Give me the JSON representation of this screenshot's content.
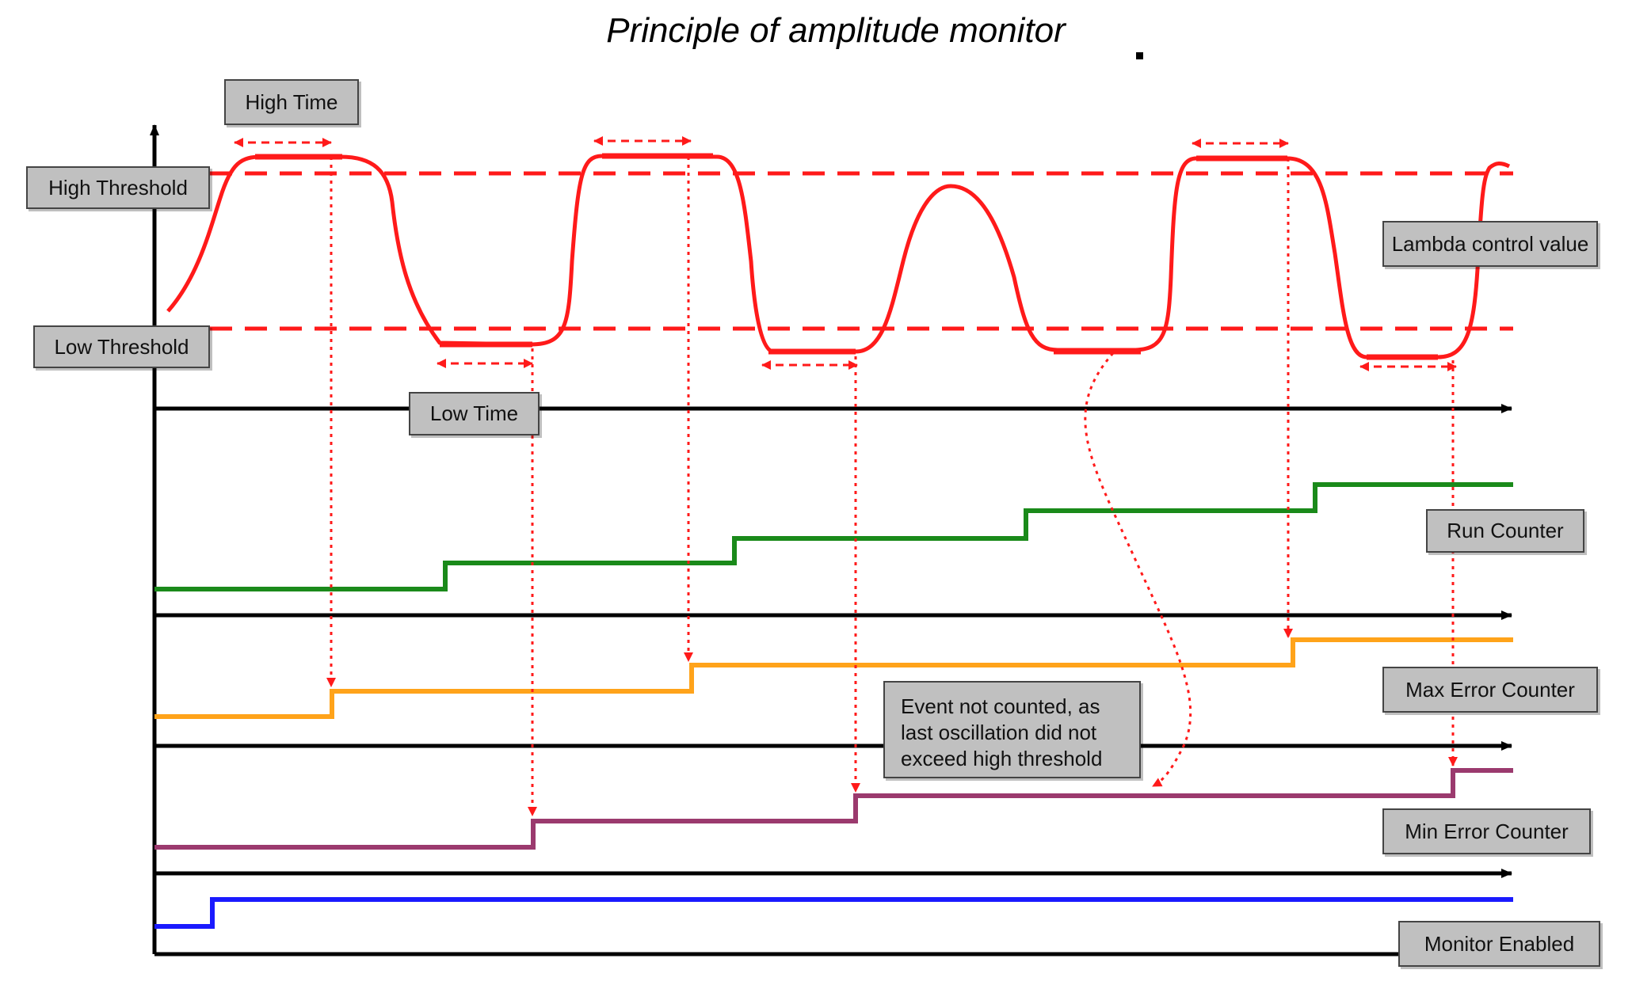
{
  "title": "Principle of amplitude monitor",
  "labels": {
    "high_time": "High Time",
    "high_threshold": "High Threshold",
    "low_threshold": "Low Threshold",
    "low_time": "Low Time",
    "lambda_control_value": "Lambda control value",
    "run_counter": "Run Counter",
    "max_error_counter": "Max Error Counter",
    "min_error_counter": "Min Error Counter",
    "monitor_enabled": "Monitor Enabled",
    "event_note": "Event not counted, as\nlast oscillation did not\nexceed high threshold"
  },
  "colors": {
    "lambda_signal": "#ff1a1a",
    "run_counter": "#1a8a1a",
    "max_error_counter": "#ffa31a",
    "min_error_counter": "#9b3a6e",
    "monitor_enabled": "#1a1aff",
    "axes": "#000000",
    "label_fill": "#c0c0c0"
  }
}
